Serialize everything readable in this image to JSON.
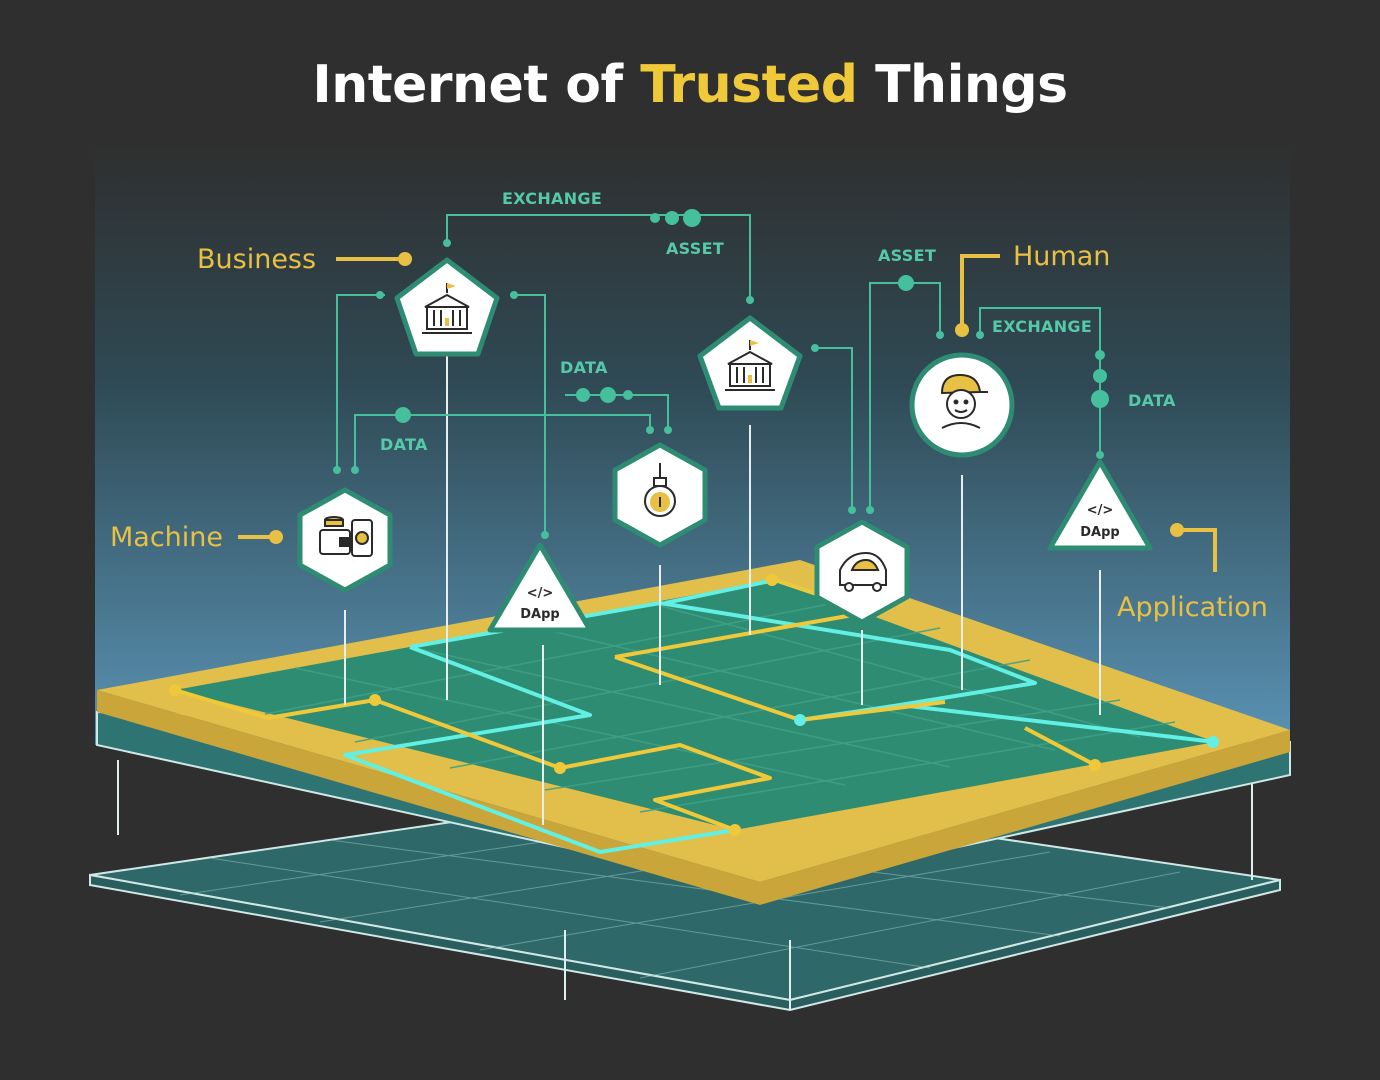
{
  "title": {
    "part1": "Internet of ",
    "highlight": "Trusted",
    "part2": " Things"
  },
  "labels": {
    "business": "Business",
    "machine": "Machine",
    "human": "Human",
    "application": "Application"
  },
  "flows": {
    "exchange_top": "EXCHANGE",
    "asset_center": "ASSET",
    "data_center": "DATA",
    "data_left": "DATA",
    "asset_right": "ASSET",
    "exchange_right": "EXCHANGE",
    "data_right": "DATA"
  },
  "dapp": {
    "code": "</>",
    "name": "DApp"
  },
  "colors": {
    "background": "#2f2f2f",
    "gold": "#e8c043",
    "teal": "#55c9a8",
    "cyan": "#62f0e4",
    "platform_green": "#2e8c72"
  },
  "icons": [
    "bank-icon",
    "bank-icon",
    "wallet-phone-icon",
    "dapp-icon",
    "lightbulb-icon",
    "car-icon",
    "person-icon",
    "dapp-icon"
  ]
}
